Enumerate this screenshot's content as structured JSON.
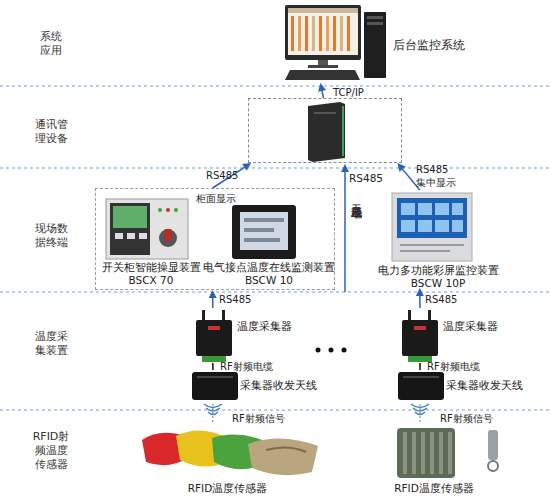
{
  "diagram": {
    "nodes": [
      {
        "text": [
          "后台监控系统"
        ]
      },
      {
        "text": []
      },
      {
        "text": []
      },
      {
        "text": [
          "开关柜智能操显装置 BSCX 70"
        ],
        "in": 2
      },
      {
        "text": [
          "电气接点温度在线监测装置 BSCW 10"
        ],
        "in": 2
      },
      {
        "text": [
          "电力多功能彩屏监控装置 BSCW 10P"
        ]
      },
      {
        "text": [
          "温度采集器"
        ]
      },
      {
        "text": [
          "采集器收发天线"
        ]
      },
      {
        "text": [
          "RFID温度传感器"
        ]
      },
      {
        "text": [
          "温度采集器"
        ]
      },
      {
        "text": [
          "采集器收发天线"
        ]
      },
      {
        "text": [
          "RFID温度传感器"
        ]
      }
    ],
    "edges": [
      {
        "from": 1,
        "to": 0,
        "arrow": "to",
        "label": "TCP/IP"
      },
      {
        "from": 2,
        "to": 1,
        "arrow": "to",
        "label": "RS485"
      },
      {
        "from": 5,
        "to": 1,
        "arrow": "to",
        "label": "RS485"
      },
      {
        "from": 6,
        "to": 2,
        "arrow": "to",
        "label": "RS485"
      },
      {
        "from": 9,
        "to": 5,
        "arrow": "to",
        "label": "RS485"
      },
      {
        "from": 7,
        "to": 6,
        "arrow": "none",
        "label": "RF射频电缆"
      },
      {
        "from": 10,
        "to": 9,
        "arrow": "none",
        "label": "RF射频电缆"
      },
      {
        "from": 8,
        "to": 7,
        "arrow": "none",
        "label": "RF射频信号"
      },
      {
        "from": 11,
        "to": 10,
        "arrow": "none",
        "label": "RF射频信号"
      }
    ],
    "labels": [
      "系统 应用",
      "通讯管 理设备",
      "现场数 据终端",
      "温度采 集装置",
      "RFID射 频温度 传感器",
      "柜面显示",
      "集中显示",
      "RS485",
      "无就地显示"
    ]
  }
}
